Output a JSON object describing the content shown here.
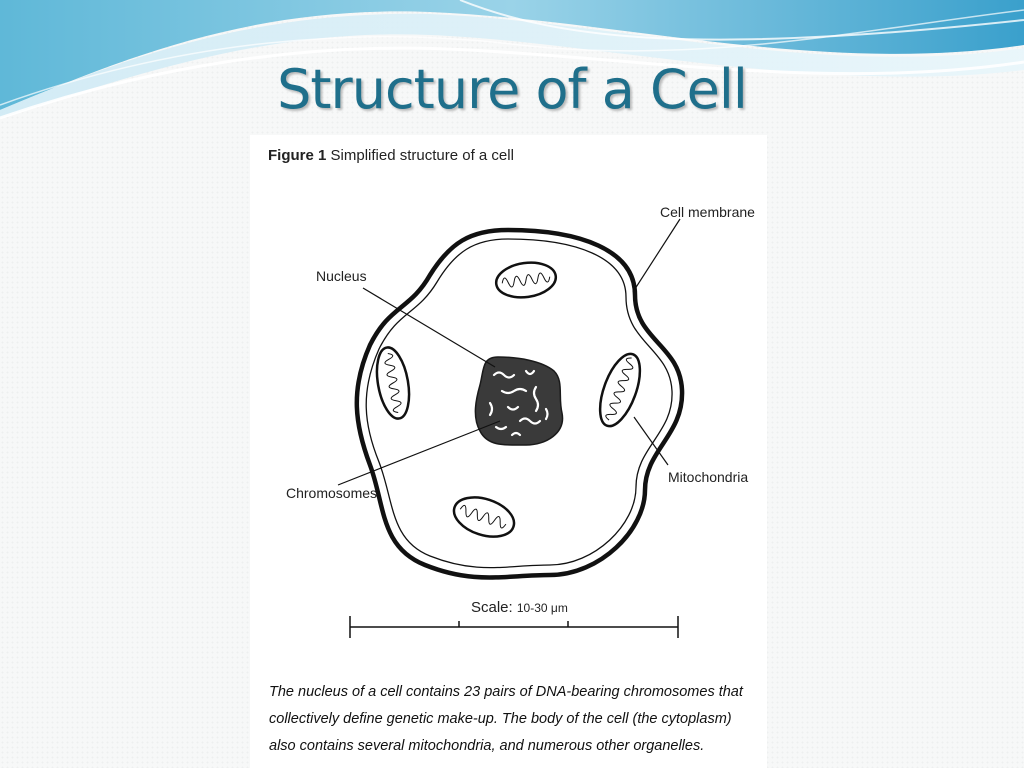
{
  "slide": {
    "title": "Structure of a Cell"
  },
  "figure": {
    "caption_number": "Figure 1",
    "caption_text": "Simplified structure of a cell",
    "labels": {
      "cell_membrane": "Cell membrane",
      "nucleus": "Nucleus",
      "chromosomes": "Chromosomes",
      "mitochondria": "Mitochondria"
    },
    "scale": {
      "prefix": "Scale:",
      "value": "10-30 μm"
    },
    "description": "The nucleus of a cell contains 23 pairs of DNA-bearing chromosomes that collectively define genetic make-up. The body of the cell (the cytoplasm) also contains several mitochondria, and numerous other organelles."
  },
  "colors": {
    "title": "#1f6f8b",
    "wave_dark": "#3aa8d0",
    "wave_light": "#a8dcee",
    "nucleus_fill": "#3a3a3a"
  }
}
